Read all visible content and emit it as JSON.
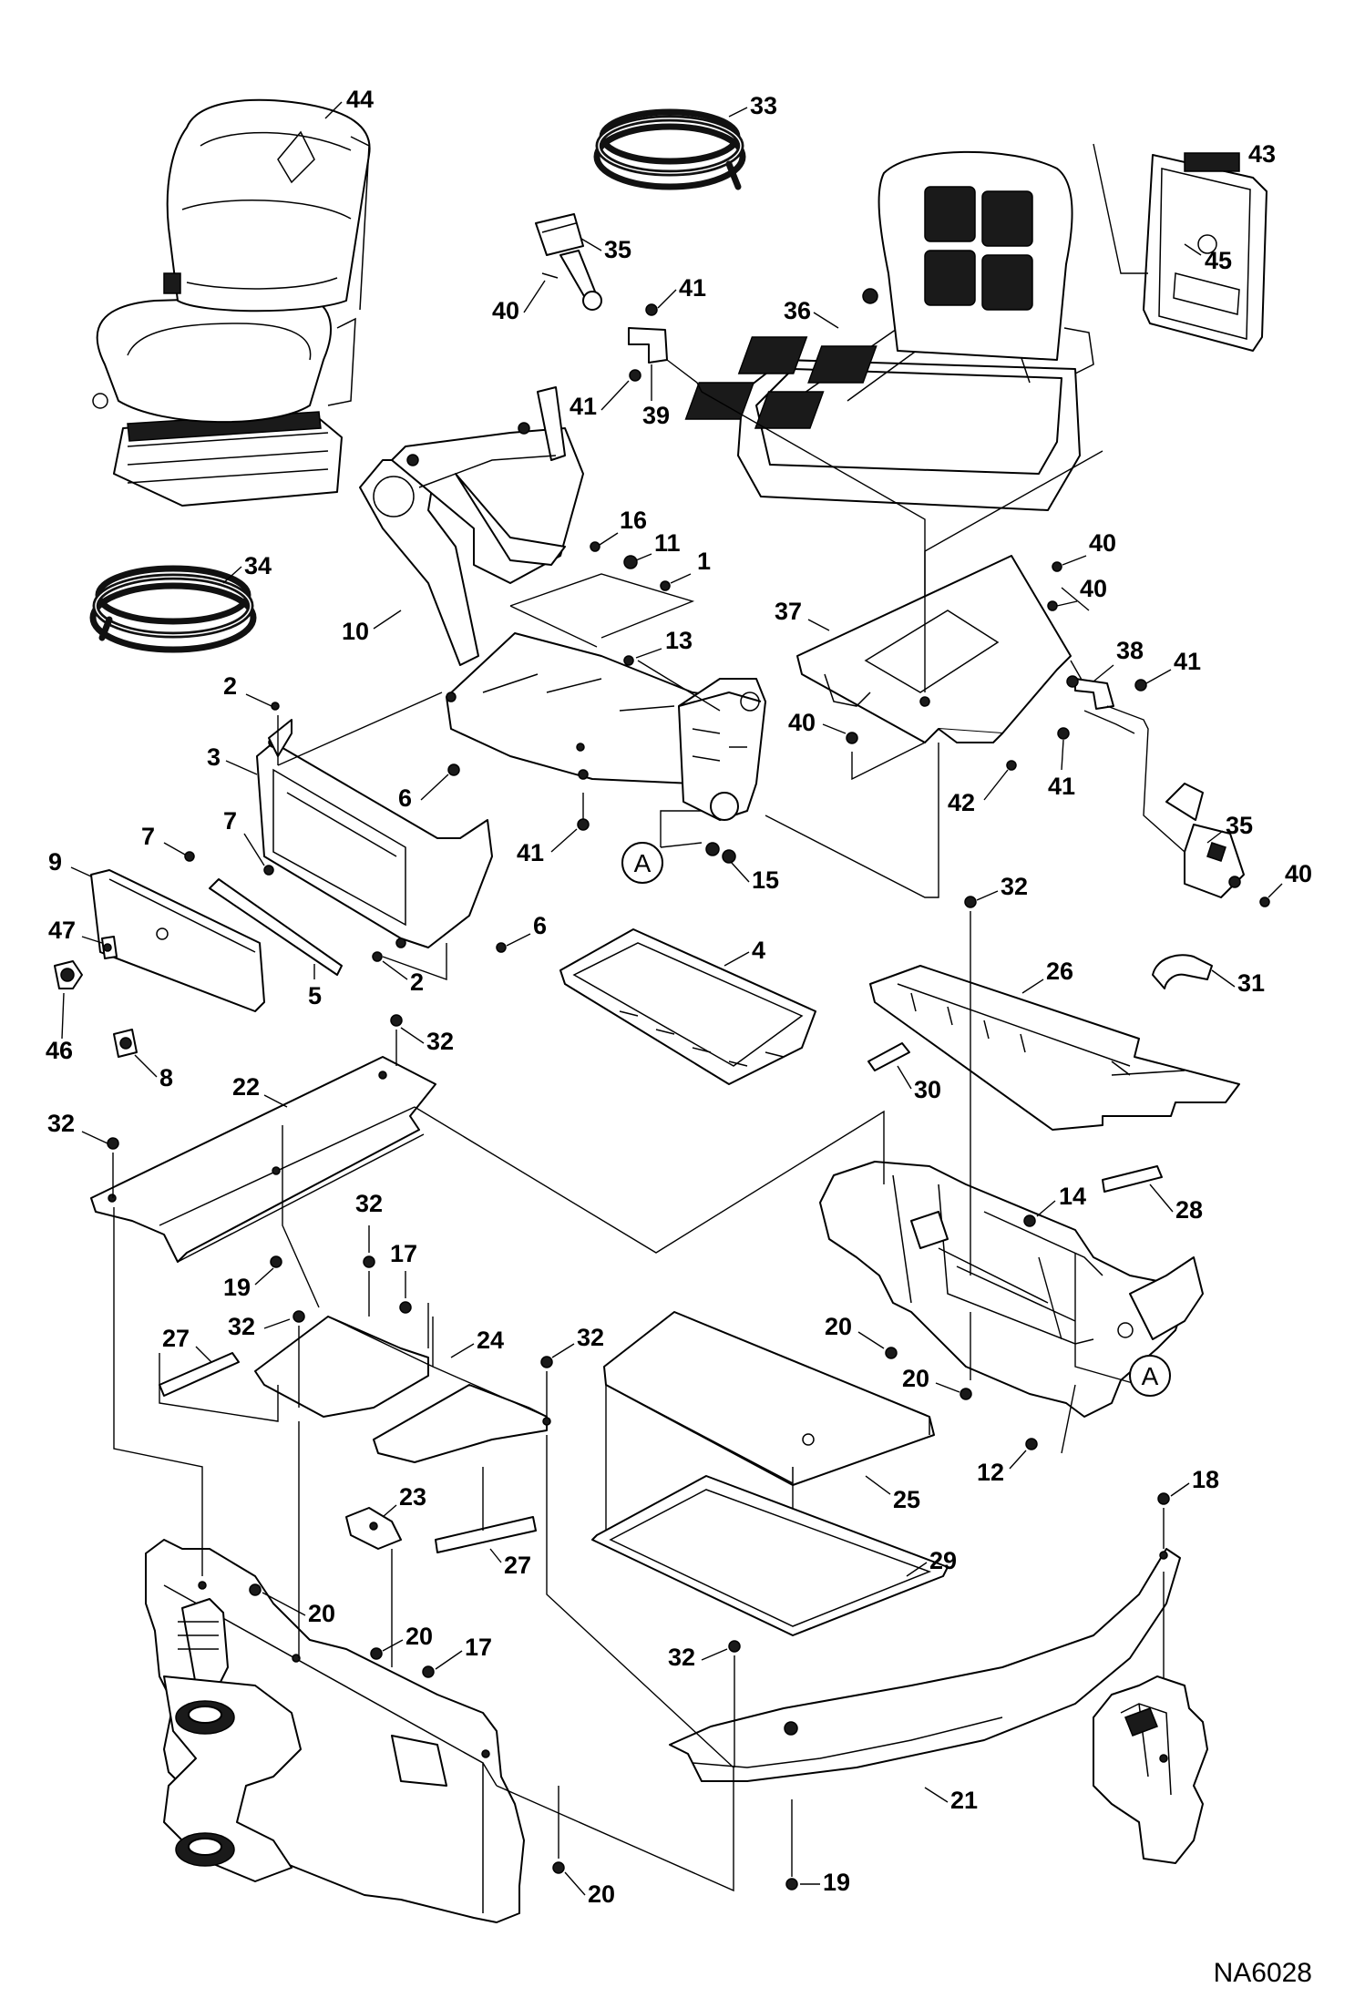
{
  "drawing_number": "NA6028",
  "reference_marker": "A",
  "callouts": {
    "c44": "44",
    "c33": "33",
    "c43": "43",
    "c45": "45",
    "c35a": "35",
    "c40a": "40",
    "c41a": "41",
    "c41b": "41",
    "c39": "39",
    "c36": "36",
    "c34": "34",
    "c16": "16",
    "c11": "11",
    "c1": "1",
    "c10": "10",
    "c13": "13",
    "c40b": "40",
    "c40c": "40",
    "c37": "37",
    "c38": "38",
    "c41c": "41",
    "c2a": "2",
    "c3": "3",
    "c6a": "6",
    "c41d": "41",
    "c40d": "40",
    "c42": "42",
    "c41e": "41",
    "c7a": "7",
    "c7b": "7",
    "c9": "9",
    "c15": "15",
    "c35b": "35",
    "c40e": "40",
    "c47": "47",
    "c6b": "6",
    "c46": "46",
    "c5": "5",
    "c2b": "2",
    "c4": "4",
    "c32a": "32",
    "c26": "26",
    "c31": "31",
    "c32b": "32",
    "c8": "8",
    "c22": "22",
    "c30": "30",
    "c32c": "32",
    "c14": "14",
    "c28": "28",
    "c32d": "32",
    "c19a": "19",
    "c17a": "17",
    "c32e": "32",
    "c27a": "27",
    "c24": "24",
    "c32f": "32",
    "c20a": "20",
    "c20b": "20",
    "c12": "12",
    "c23": "23",
    "c25": "25",
    "c27b": "27",
    "c29": "29",
    "c18": "18",
    "c20c": "20",
    "c20d": "20",
    "c17b": "17",
    "c32g": "32",
    "c21": "21",
    "c19b": "19",
    "c20e": "20"
  }
}
